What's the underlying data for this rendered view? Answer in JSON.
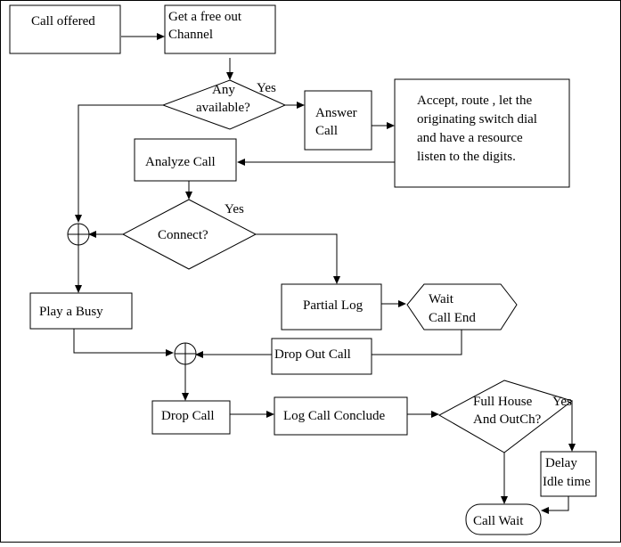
{
  "nodes": {
    "call_offered": "Call offered",
    "get_free_out_1": "Get  a free out",
    "get_free_out_2": "Channel",
    "any_1": "Any",
    "any_2": "available?",
    "answer_1": "Answer",
    "answer_2": "Call",
    "accept_1": "Accept, route , let the",
    "accept_2": "originating switch dial",
    "accept_3": "and have a resource",
    "accept_4": "listen to the digits.",
    "analyze_call": "Analyze Call",
    "connect": "Connect?",
    "play_busy": "Play a Busy",
    "partial_log": "Partial Log",
    "wait_1": "Wait",
    "wait_2": "Call End",
    "drop_out_call": "Drop Out Call",
    "drop_call": "Drop Call",
    "log_call_conclude": "Log Call Conclude",
    "full_house_1": "Full House",
    "full_house_2": "And OutCh?",
    "delay_1": "Delay",
    "delay_2": "Idle time",
    "call_wait": "Call Wait"
  },
  "labels": {
    "yes_any": "Yes",
    "yes_connect": "Yes",
    "yes_full": "Yes"
  }
}
